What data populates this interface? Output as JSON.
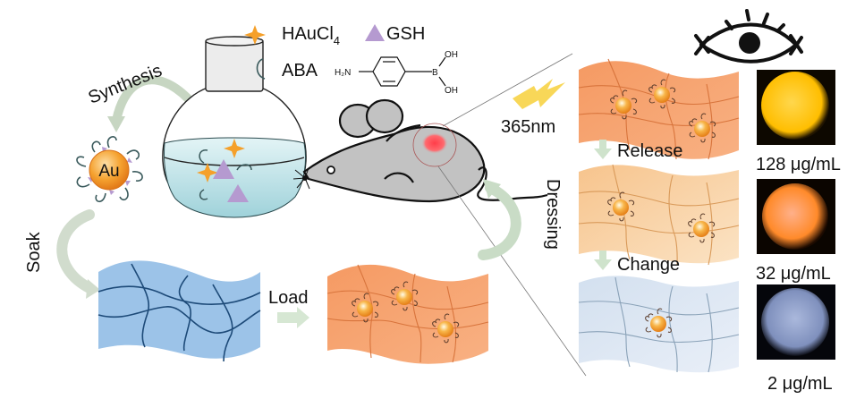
{
  "legend": {
    "hauc_label": "HAuCl",
    "hauc_sub": "4",
    "gsh_label": "GSH",
    "aba_label": "ABA",
    "aba_structure": {
      "amine": "H₂N",
      "boron": "B",
      "oh_top": "OH",
      "oh_bottom": "OH"
    }
  },
  "steps": {
    "synthesis": "Synthesis",
    "soak": "Soak",
    "load": "Load",
    "dressing": "Dressing",
    "release": "Release",
    "change": "Change",
    "uv": "365nm"
  },
  "nanoparticle_label": "Au",
  "samples": [
    {
      "label": "128 μg/mL",
      "color": "#ffc400"
    },
    {
      "label": "32 μg/mL",
      "color": "#ff8a3a"
    },
    {
      "label": "2 μg/mL",
      "color": "#8ea0c8"
    }
  ],
  "colors": {
    "hydrogel_blue": "#9cc3e8",
    "hydrogel_orange": "#f6a877",
    "hydrogel_light_orange": "#f8cf9d",
    "hydrogel_pale_blue": "#dbe6f3",
    "arrow_green": "#c9dcc6",
    "gold": "#f4a02a",
    "gsh_purple": "#b59ad0",
    "mouse_gray": "#c2c2c2",
    "wound_red": "#ff4f57"
  }
}
